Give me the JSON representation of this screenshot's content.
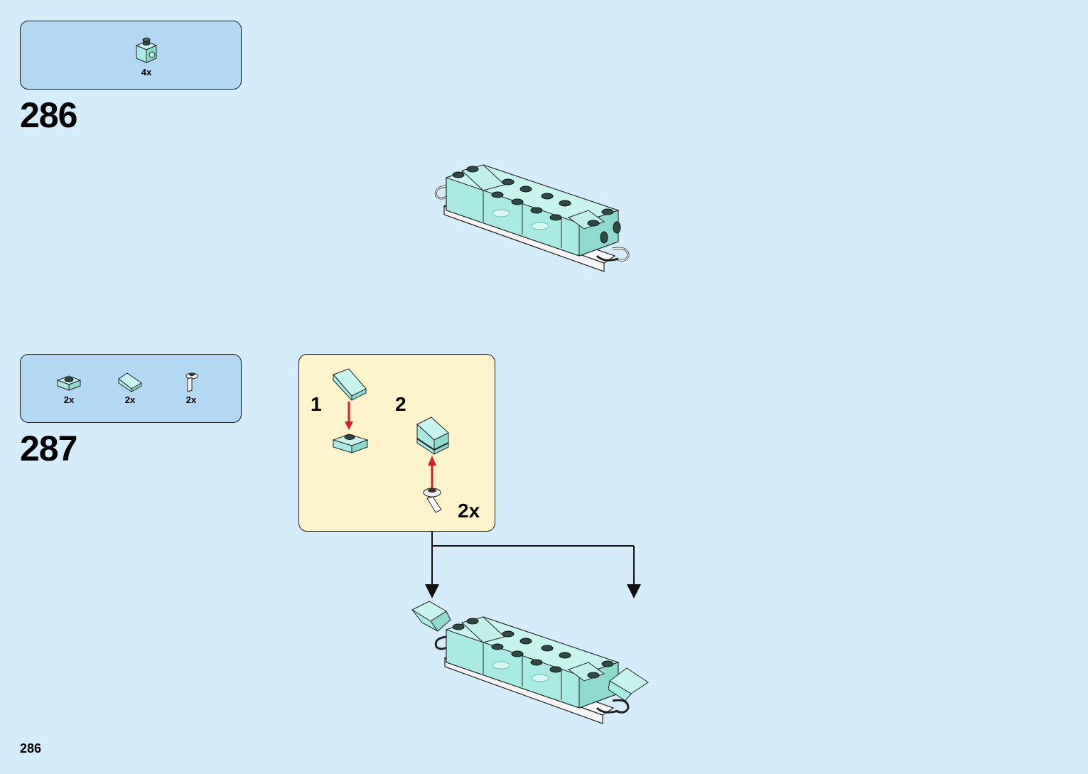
{
  "page": {
    "number": "286"
  },
  "steps": [
    {
      "number": "286",
      "parts": [
        {
          "name": "transparent-light-blue-brick-1x1-with-side-stud",
          "qty": "4x"
        }
      ]
    },
    {
      "number": "287",
      "parts": [
        {
          "name": "transparent-light-blue-plate-1x1-with-stud",
          "qty": "2x"
        },
        {
          "name": "transparent-light-blue-slope-1x1",
          "qty": "2x"
        },
        {
          "name": "white-bar-holder-with-clip",
          "qty": "2x"
        }
      ],
      "callout": {
        "substeps": [
          {
            "number": "1"
          },
          {
            "number": "2"
          }
        ],
        "qty": "2x"
      }
    }
  ],
  "colors": {
    "page_background": "#d5ecfb",
    "parts_box": "#b3d8f3",
    "callout_background": "#fef4cc",
    "trans_light_blue": "#a9ebe2",
    "arrow_red": "#d0202a"
  }
}
